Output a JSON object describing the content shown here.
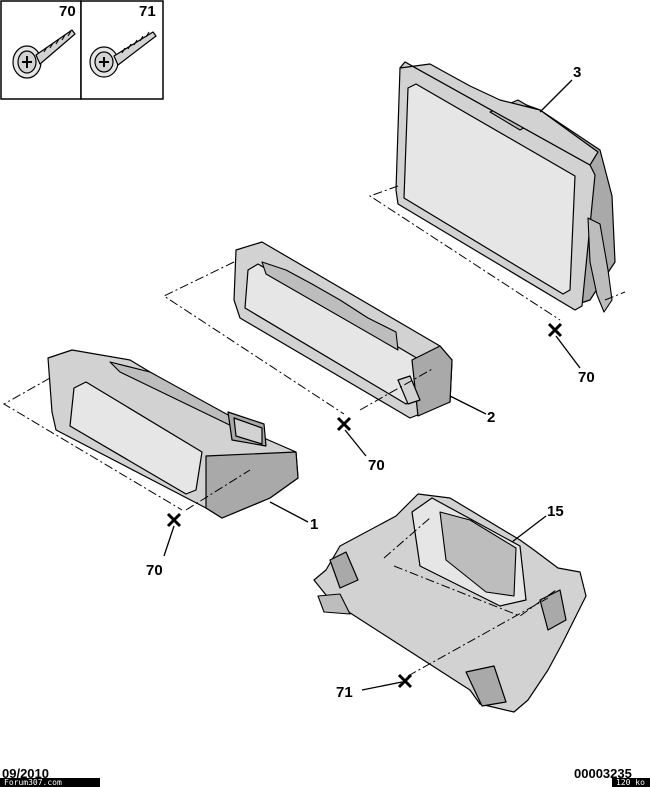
{
  "legend": {
    "screw_70": "70",
    "screw_71": "71"
  },
  "callouts": {
    "part_3": "3",
    "part_2": "2",
    "part_1": "1",
    "part_15": "15",
    "fixing_70_a": "70",
    "fixing_70_b": "70",
    "fixing_70_c": "70",
    "fixing_71": "71"
  },
  "footer": {
    "date": "09/2010",
    "site": "Forum307.com",
    "reference": "00003235",
    "size": "120 ko"
  }
}
